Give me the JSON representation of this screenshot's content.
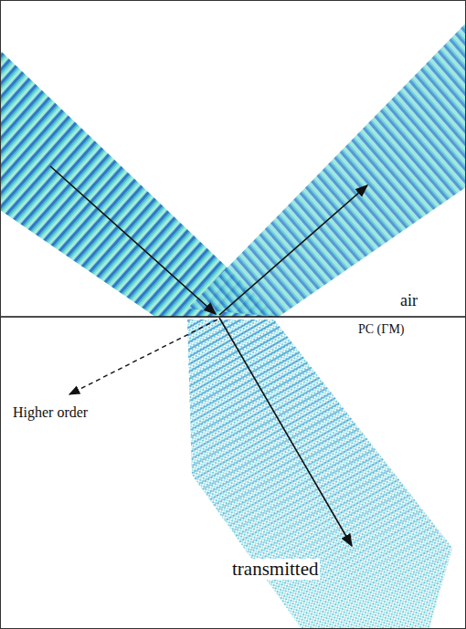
{
  "diagram": {
    "labels": [
      "air",
      "PC (ΓM)",
      "Higher order",
      "transmitted"
    ]
  }
}
